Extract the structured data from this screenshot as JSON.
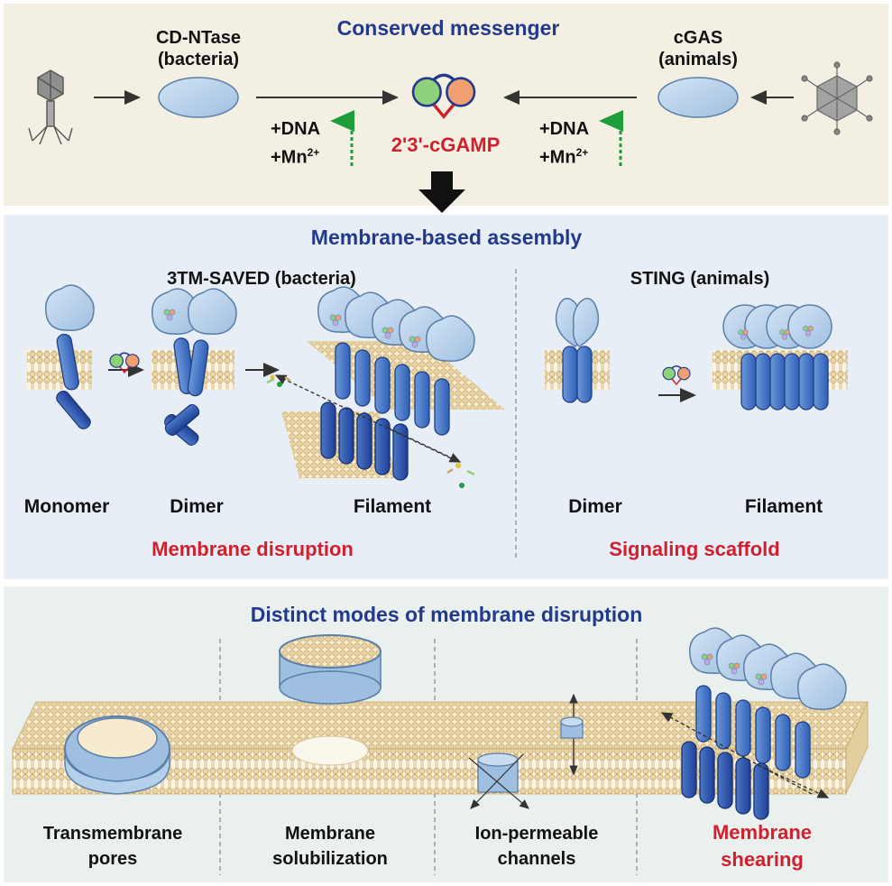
{
  "top": {
    "title": "Conserved messenger",
    "left_enzyme": [
      "CD-NTase",
      "(bacteria)"
    ],
    "right_enzyme": [
      "cGAS",
      "(animals)"
    ],
    "cofactor_dna": "+DNA",
    "cofactor_mn": "+Mn",
    "cofactor_mn_sup": "2+",
    "messenger": "2'3'-cGAMP"
  },
  "middle": {
    "title": "Membrane-based assembly",
    "bacteria_title": "3TM-SAVED (bacteria)",
    "animals_title": "STING (animals)",
    "stages_bacteria": [
      "Monomer",
      "Dimer",
      "Filament"
    ],
    "stages_animals": [
      "Dimer",
      "Filament"
    ],
    "outcome_bacteria": "Membrane disruption",
    "outcome_animals": "Signaling scaffold"
  },
  "bottom": {
    "title": "Distinct modes of membrane disruption",
    "modes": [
      [
        "Transmembrane",
        "pores"
      ],
      [
        "Membrane",
        "solubilization"
      ],
      [
        "Ion-permeable",
        "channels"
      ],
      [
        "Membrane",
        "shearing"
      ]
    ]
  },
  "colors": {
    "panel_top": "#f3efe3",
    "panel_middle": "#e8eef6",
    "panel_bottom": "#eaf0ee",
    "title_blue": "#233a8c",
    "highlight_red": "#d0202e",
    "protein_light": "#b5d0ea",
    "protein_dark": "#2f5fb8",
    "lipid": "#e8d4a6",
    "guanine_green": "#8fd07a",
    "adenine_orange": "#f0a070",
    "induction_green": "#1e9e3a"
  }
}
